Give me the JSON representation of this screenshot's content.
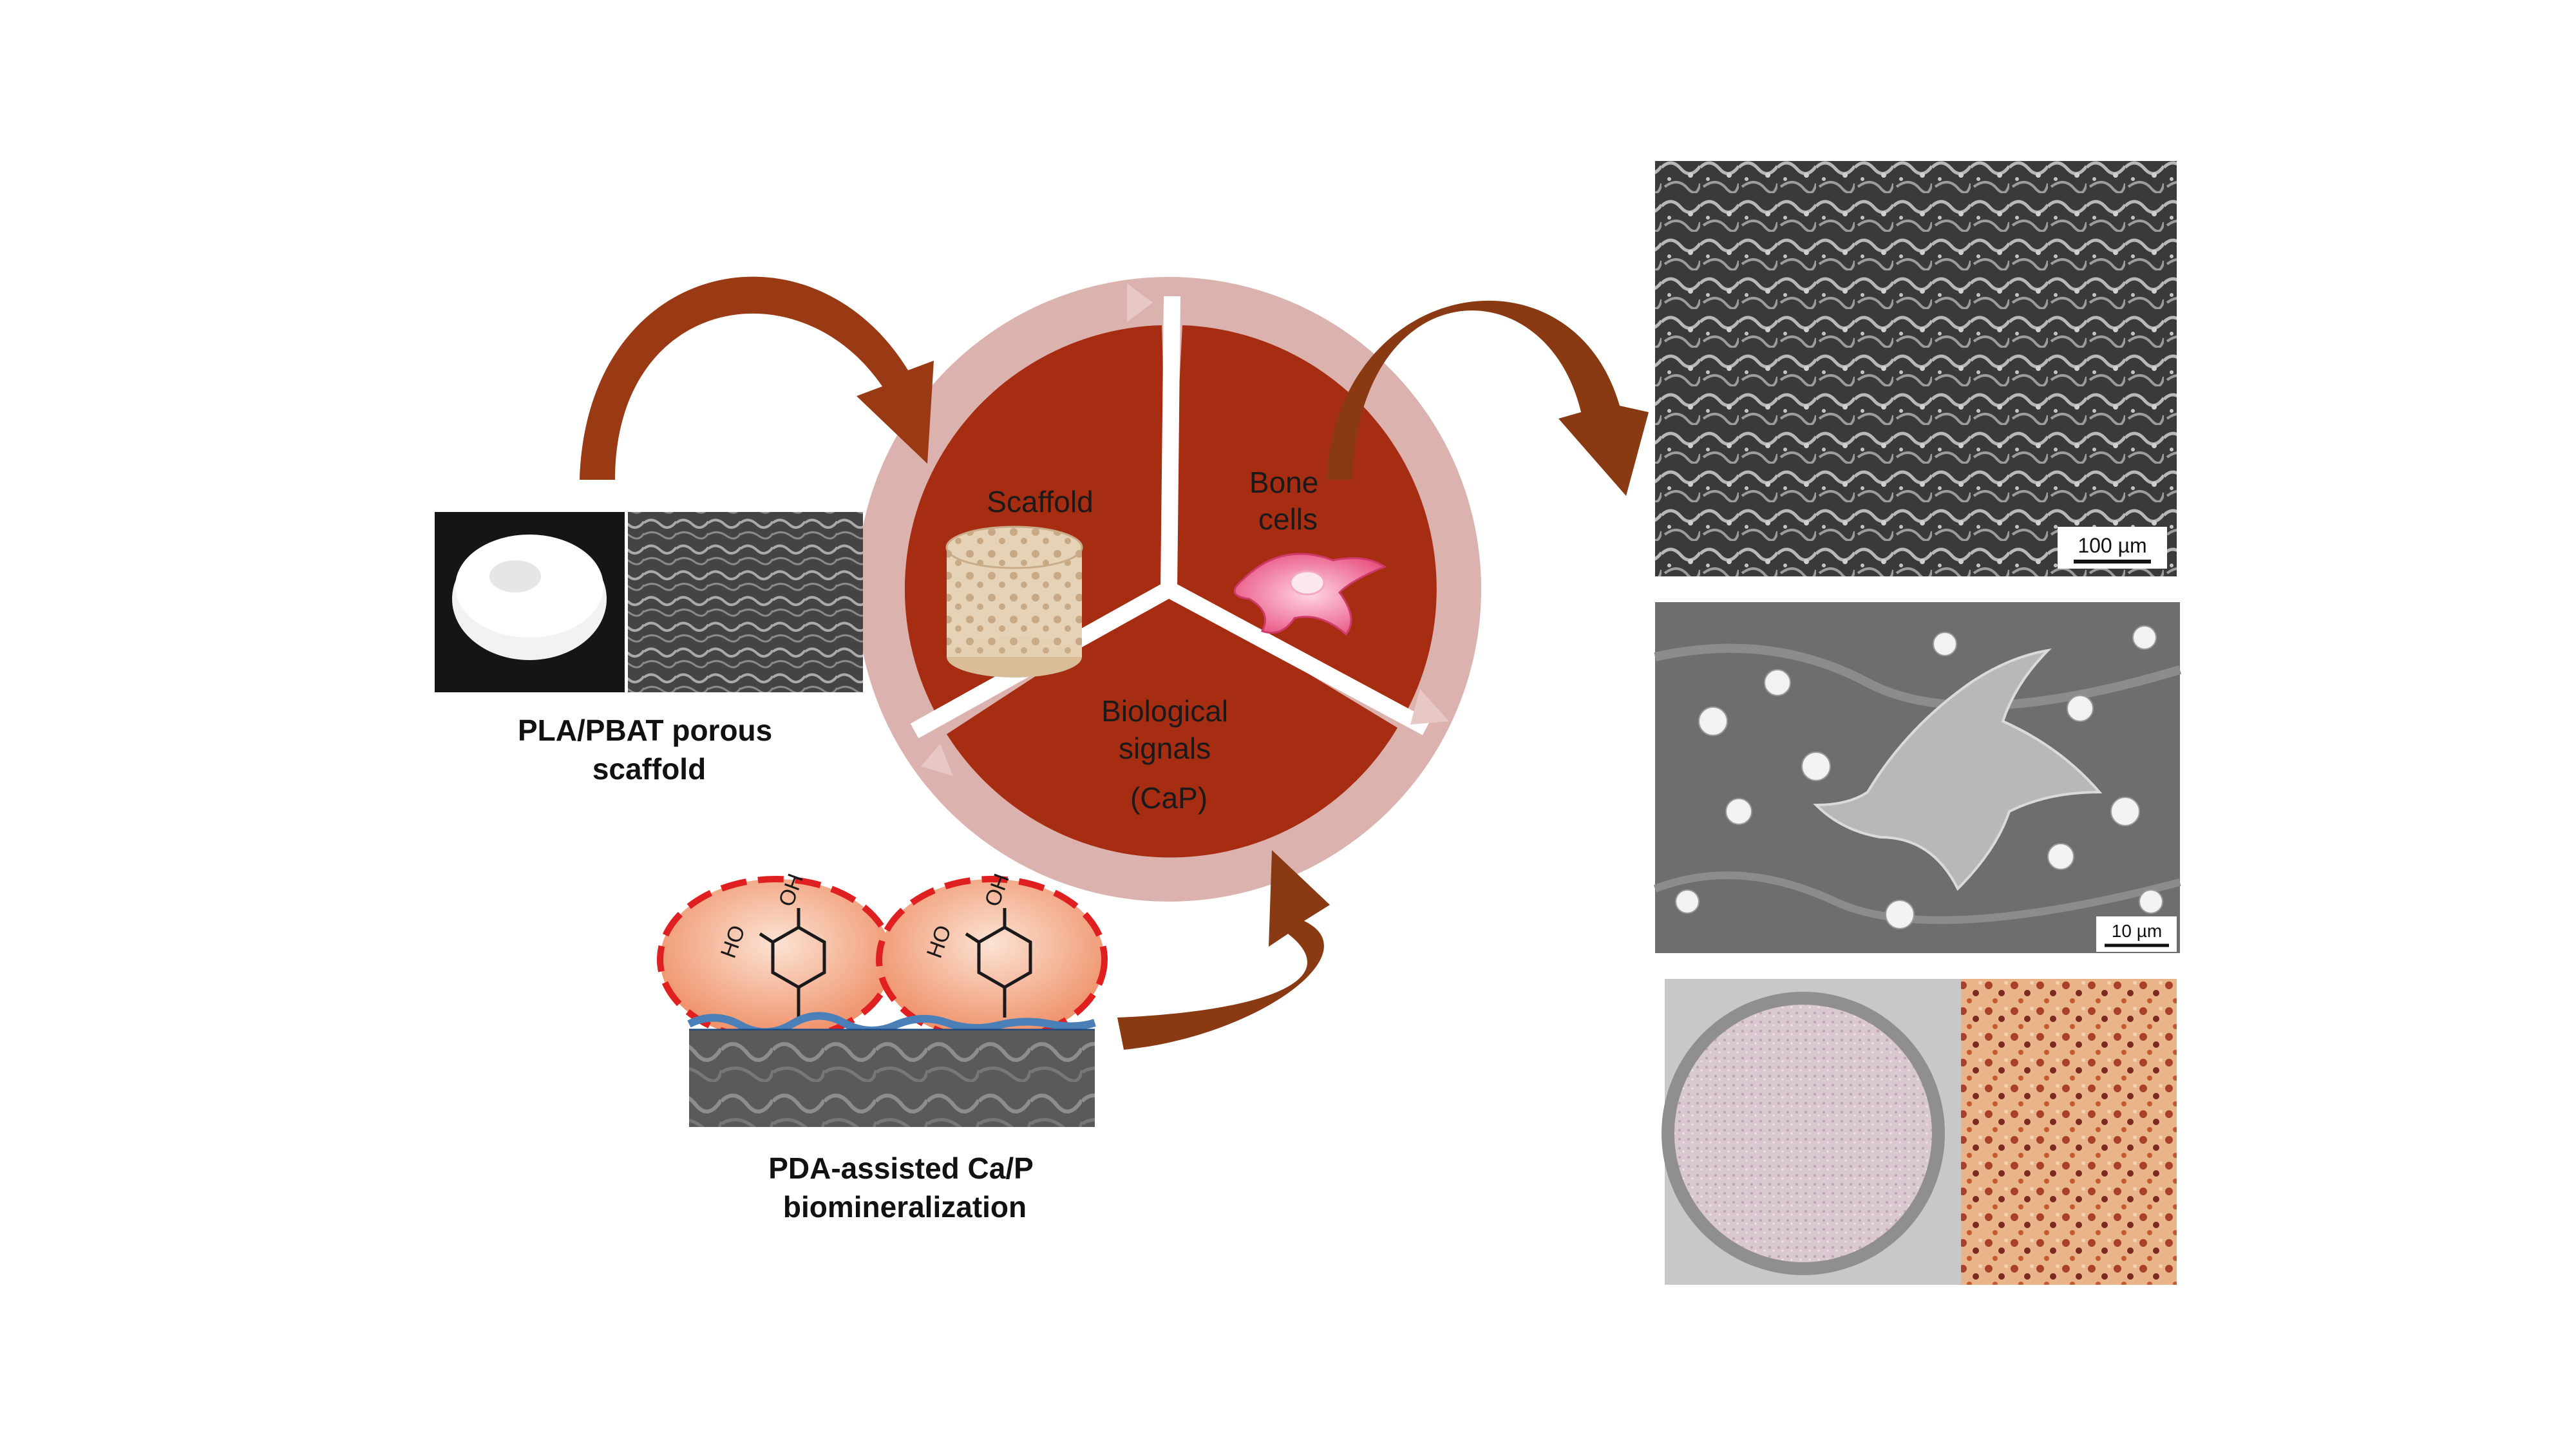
{
  "cycle": {
    "segments": [
      {
        "label_lines": [
          "Scaffold"
        ]
      },
      {
        "label_lines": [
          "Bone",
          "cells"
        ]
      },
      {
        "label_lines": [
          "Biological",
          "signals",
          "(CaP)"
        ]
      }
    ]
  },
  "left_panel": {
    "caption_lines": [
      "PLA/PBAT porous",
      "scaffold"
    ]
  },
  "bottom_panel": {
    "caption_lines": [
      "PDA-assisted Ca/P",
      "biomineralization"
    ],
    "molecule_groups": [
      "HO",
      "OH"
    ]
  },
  "right_panel": {
    "sem_top_scale": "100 µm",
    "sem_mid_scale": "10 µm"
  },
  "colors": {
    "segment_fill": "#a62c12",
    "ring": "#dcb2ae",
    "arrow": "#9a3a14",
    "bubble_fill": "#f3a98a",
    "bubble_border": "#e02020",
    "sem_dark": "#2e2e2e",
    "sem_mid": "#8a8a8a",
    "stain": "#c66a3a"
  },
  "icons": [
    "scaffold-cylinder-icon",
    "bone-cell-icon",
    "catechol-molecule-icon",
    "cycle-arrow-icon"
  ]
}
